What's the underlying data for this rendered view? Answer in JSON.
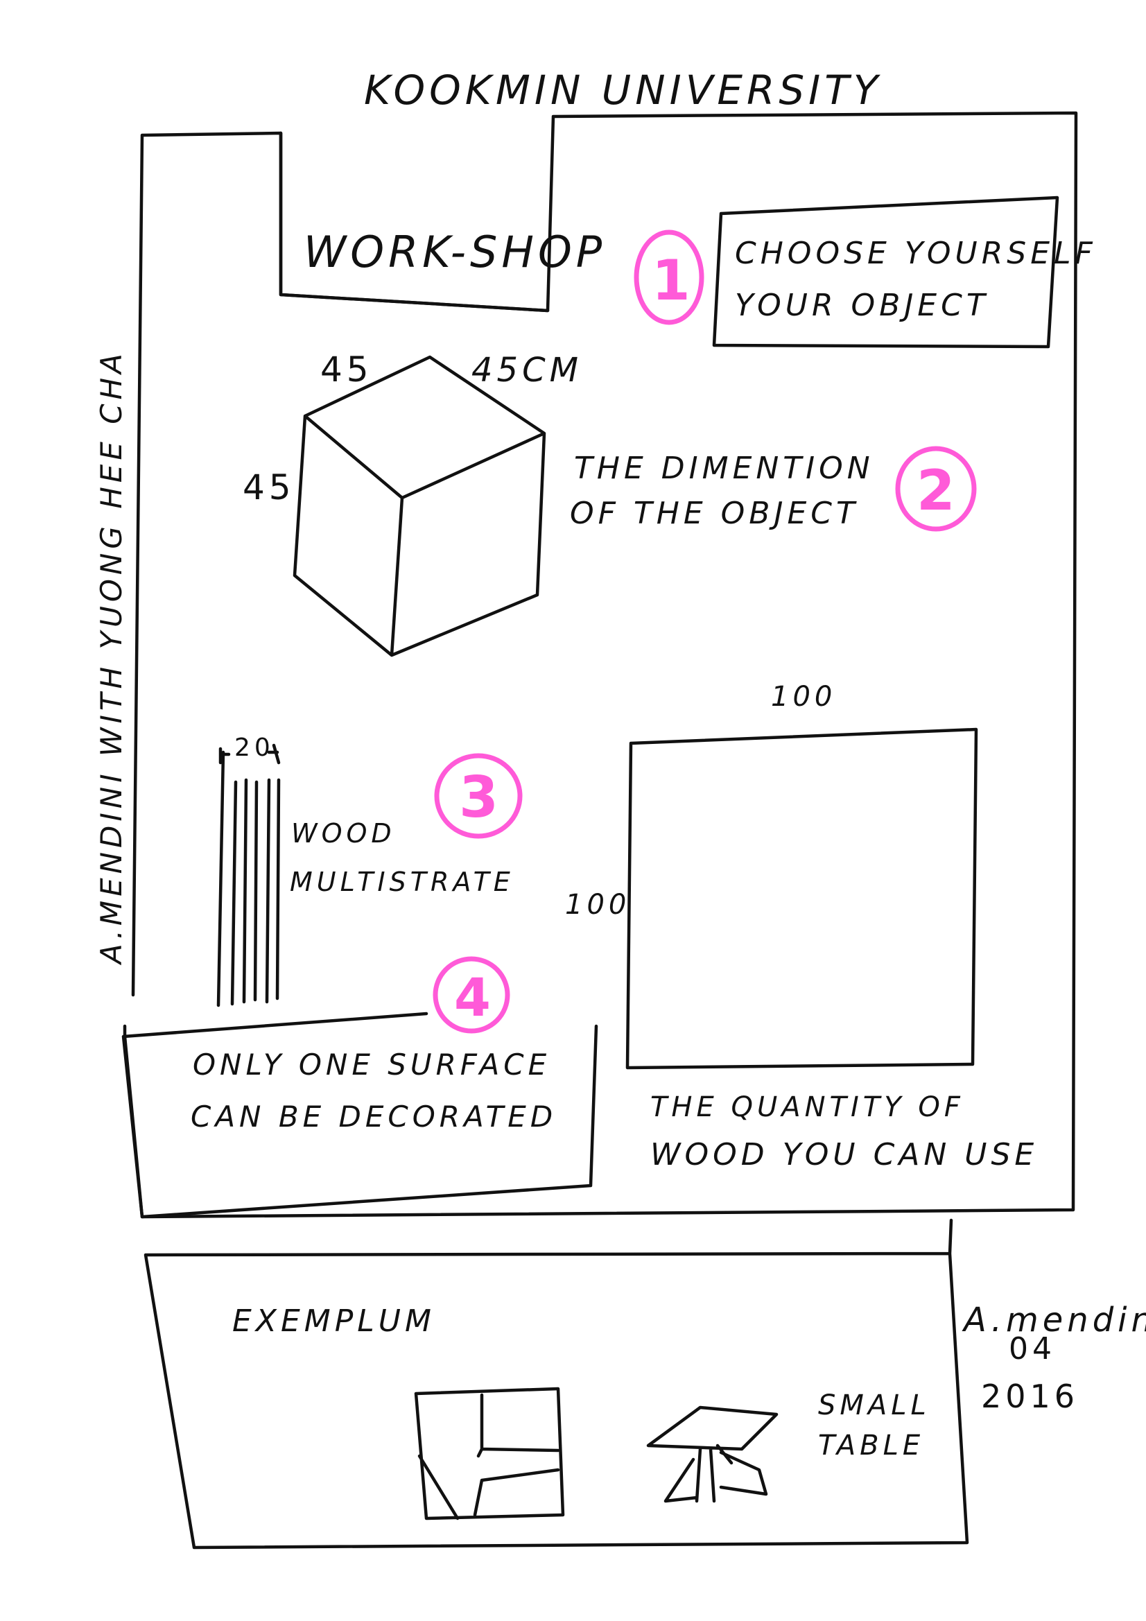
{
  "title": "KOOKMIN UNIVERSITY",
  "workshop_label": "WORK-SHOP",
  "side_credit": "A.MENDINI WITH YUONG HEE CHA",
  "step1": {
    "number": "1",
    "line1": "CHOOSE YOURSELF",
    "line2": "YOUR OBJECT"
  },
  "step2": {
    "number": "2",
    "line1": "THE DIMENTION",
    "line2": "OF THE OBJECT",
    "dim_top_left": "45",
    "dim_top_right": "45CM",
    "dim_left": "45"
  },
  "step3": {
    "number": "3",
    "line1": "WOOD",
    "line2": "MULTISTRATE",
    "thickness": "20"
  },
  "step4": {
    "number": "4",
    "line1": "ONLY ONE SURFACE",
    "line2": "CAN BE DECORATED"
  },
  "panel": {
    "width_label": "100",
    "height_label": "100",
    "line1": "THE QUANTITY OF",
    "line2": "WOOD YOU CAN USE"
  },
  "exemplum": {
    "label": "EXEMPLUM",
    "table_line1": "SMALL",
    "table_line2": "TABLE"
  },
  "signature": {
    "name": "A.mendini",
    "month": "04",
    "year": "2016"
  },
  "colors": {
    "ink": "#111111",
    "marker": "#ff5ad8"
  }
}
